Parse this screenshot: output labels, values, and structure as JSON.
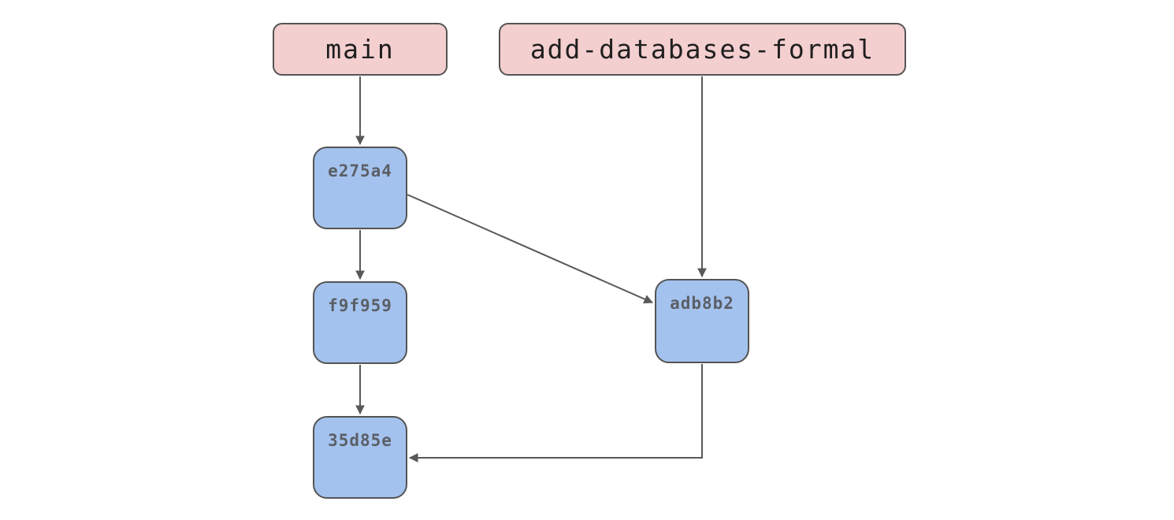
{
  "diagram": {
    "type": "git-branch-graph",
    "branches": [
      {
        "id": "main",
        "label": "main"
      },
      {
        "id": "add-databases-formal",
        "label": "add-databases-formal"
      }
    ],
    "commits": [
      {
        "id": "e275a4",
        "label": "e275a4"
      },
      {
        "id": "f9f959",
        "label": "f9f959"
      },
      {
        "id": "35d85e",
        "label": "35d85e"
      },
      {
        "id": "adb8b2",
        "label": "adb8b2"
      }
    ],
    "edges": [
      {
        "from": "main",
        "to": "e275a4"
      },
      {
        "from": "e275a4",
        "to": "f9f959"
      },
      {
        "from": "f9f959",
        "to": "35d85e"
      },
      {
        "from": "e275a4",
        "to": "adb8b2"
      },
      {
        "from": "add-databases-formal",
        "to": "adb8b2"
      },
      {
        "from": "adb8b2",
        "to": "35d85e"
      }
    ],
    "colors": {
      "background": "#ffffff",
      "branch_fill": "#f4cfd0",
      "commit_fill": "#a4c2ee",
      "border": "#545454",
      "arrow": "#595959",
      "branch_text": "#1f1f1f",
      "commit_text": "#5a5f66"
    }
  }
}
